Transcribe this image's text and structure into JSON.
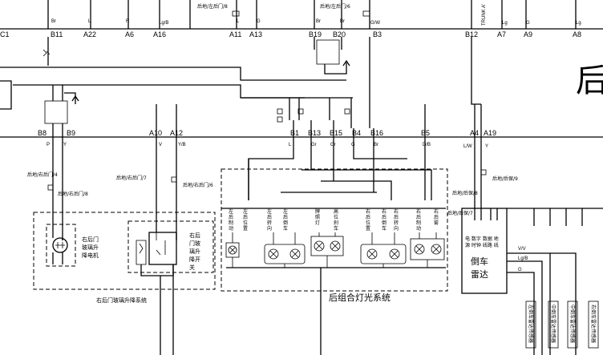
{
  "top_pins": [
    {
      "label": "C1"
    },
    {
      "label": "B11"
    },
    {
      "label": "A22"
    },
    {
      "label": "A6"
    },
    {
      "label": "A16"
    },
    {
      "label": "A11"
    },
    {
      "label": "A13"
    },
    {
      "label": "B19"
    },
    {
      "label": "B20"
    },
    {
      "label": "B3"
    },
    {
      "label": "B12"
    },
    {
      "label": "A7"
    },
    {
      "label": "A9"
    },
    {
      "label": "A8"
    }
  ],
  "top_wires": [
    {
      "label": "Br"
    },
    {
      "label": "L"
    },
    {
      "label": "R"
    },
    {
      "label": "Lg/B"
    },
    {
      "label": "L"
    },
    {
      "label": "G"
    },
    {
      "label": "Br"
    },
    {
      "label": "Br"
    },
    {
      "label": "G/W"
    },
    {
      "label": "Lg"
    },
    {
      "label": "G"
    },
    {
      "label": "Lg"
    }
  ],
  "top_notes": [
    {
      "text": "后地/左后门/8"
    },
    {
      "text": "后地/左后门/6"
    },
    {
      "text": "TRUNK A'"
    }
  ],
  "mid_pins": [
    {
      "label": "B8"
    },
    {
      "label": "B9"
    },
    {
      "label": "A10"
    },
    {
      "label": "A12"
    },
    {
      "label": "B1"
    },
    {
      "label": "B13"
    },
    {
      "label": "B15"
    },
    {
      "label": "B4"
    },
    {
      "label": "B16"
    },
    {
      "label": "B5"
    },
    {
      "label": "A4"
    },
    {
      "label": "A19"
    }
  ],
  "mid_wires": [
    {
      "label": "P"
    },
    {
      "label": "Y"
    },
    {
      "label": "V"
    },
    {
      "label": "Y/B"
    },
    {
      "label": "L"
    },
    {
      "label": "Gr"
    },
    {
      "label": "Gr"
    },
    {
      "label": "G"
    },
    {
      "label": "Br"
    },
    {
      "label": "D/B"
    },
    {
      "label": "L/W"
    },
    {
      "label": "Y"
    }
  ],
  "notes": [
    {
      "text": "后地/右后门/4"
    },
    {
      "text": "后地/右后门/8"
    },
    {
      "text": "后地/右后门/7"
    },
    {
      "text": "后地/右后门/6"
    },
    {
      "text": "后地/后保/8"
    },
    {
      "text": "后地/后保/9"
    },
    {
      "text": "后地/后保/7"
    }
  ],
  "labels": {
    "motor": [
      "右后门",
      "玻璃升",
      "降电机"
    ],
    "switch": [
      "右后",
      "门玻",
      "璃升",
      "降开",
      "关"
    ],
    "window_caption": "右后门玻璃升降系统",
    "lamp_caption": "后组合灯光系统",
    "radar": [
      "倒车",
      "雷达"
    ],
    "radar_pins": [
      "电 数字 数据 地",
      "源 时钟 线路 线"
    ],
    "radar_wires": [
      "V/V",
      "Lg/B",
      "G"
    ],
    "sensors": [
      "左倒车雷达传感器",
      "中倒车雷达传感器",
      "中倒车雷达传感器",
      "右倒车雷达传感器"
    ],
    "big_char": "后"
  },
  "lamp_labels": [
    [
      "左",
      "后",
      "制",
      "动"
    ],
    [
      "左",
      "后",
      "转",
      "向"
    ],
    [
      "左",
      "后",
      "倒",
      "车"
    ],
    [
      "左",
      "后",
      "位",
      "置"
    ],
    [
      "牌",
      "照",
      "灯"
    ],
    [
      "高",
      "位",
      "刹",
      "车"
    ],
    [
      "右",
      "后",
      "位",
      "置"
    ],
    [
      "右",
      "后",
      "倒",
      "车"
    ],
    [
      "右",
      "后",
      "转",
      "向"
    ],
    [
      "右",
      "后",
      "制",
      "动"
    ],
    [
      "右",
      "后",
      "雾"
    ]
  ]
}
